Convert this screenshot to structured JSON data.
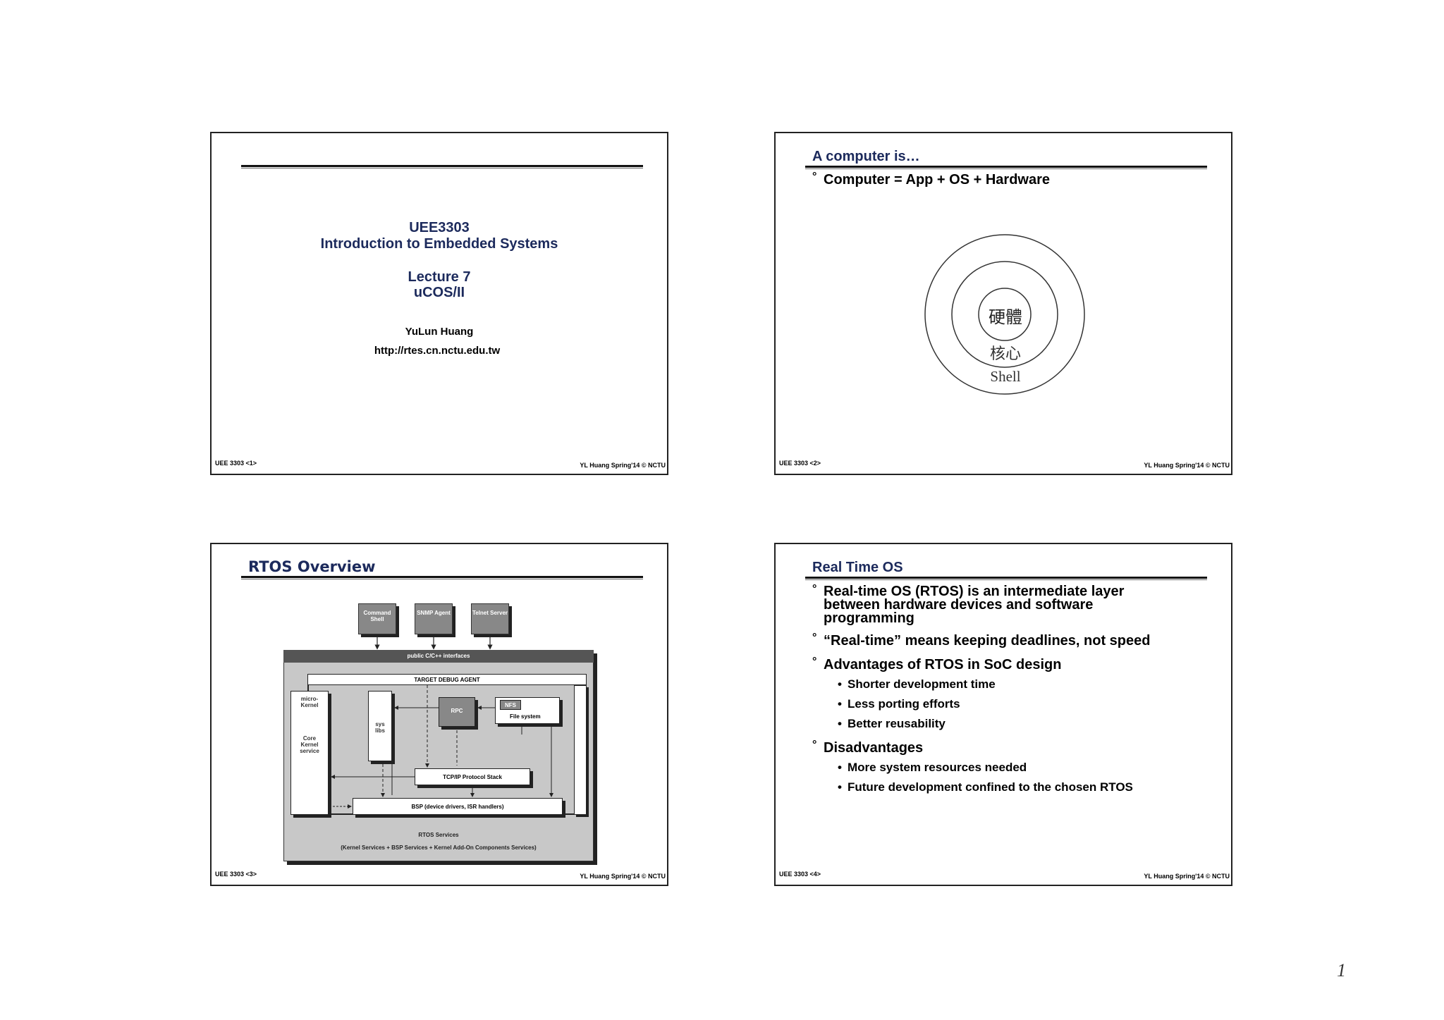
{
  "slide1": {
    "course_code": "UEE3303",
    "course_title": "Introduction to Embedded Systems",
    "lecture": "Lecture 7",
    "topic": "uCOS/II",
    "author": "YuLun Huang",
    "url": "http://rtes.cn.nctu.edu.tw",
    "footer_left": "UEE 3303 <1>",
    "footer_right": "YL Huang Spring'14 © NCTU"
  },
  "slide2": {
    "title": "A computer is…",
    "bullet": "Computer = App + OS + Hardware",
    "ring_inner": "硬體",
    "ring_middle": "核心",
    "ring_outer": "Shell",
    "footer_left": "UEE 3303 <2>",
    "footer_right": "YL Huang Spring'14 © NCTU"
  },
  "slide3": {
    "title": "RTOS Overview",
    "diagram": {
      "command_shell": "Command Shell",
      "snmp_agent": "SNMP Agent",
      "telnet_server": "Telnet Server",
      "public_interfaces": "public C/C++ interfaces",
      "debug_agent": "TARGET DEBUG AGENT",
      "micro_kernel": "micro-Kernel",
      "core_kernel": "Core Kernel service",
      "sys_libs": "sys libs",
      "rpc": "RPC",
      "nfs": "NFS",
      "file_system": "File system",
      "tcpip": "TCP/IP Protocol Stack",
      "bsp": "BSP (device drivers, ISR handlers)",
      "rtos_services": "RTOS Services",
      "rtos_services_detail": "(Kernel Services + BSP Services + Kernel Add-On Components Services)"
    },
    "footer_left": "UEE 3303 <3>",
    "footer_right": "YL Huang Spring'14 © NCTU"
  },
  "slide4": {
    "title": "Real Time OS",
    "bullet1": "Real-time OS (RTOS) is an intermediate layer between hardware devices and software programming",
    "bullet2": "“Real-time”  means keeping deadlines, not speed",
    "bullet3": "Advantages of RTOS in SoC design",
    "adv": [
      "Shorter development time",
      "Less porting efforts",
      "Better reusability"
    ],
    "bullet4": "Disadvantages",
    "disadv": [
      "More system resources needed",
      "Future development confined to the chosen RTOS"
    ],
    "footer_left": "UEE 3303 <4>",
    "footer_right": "YL Huang Spring'14 © NCTU"
  },
  "page_number": "1"
}
